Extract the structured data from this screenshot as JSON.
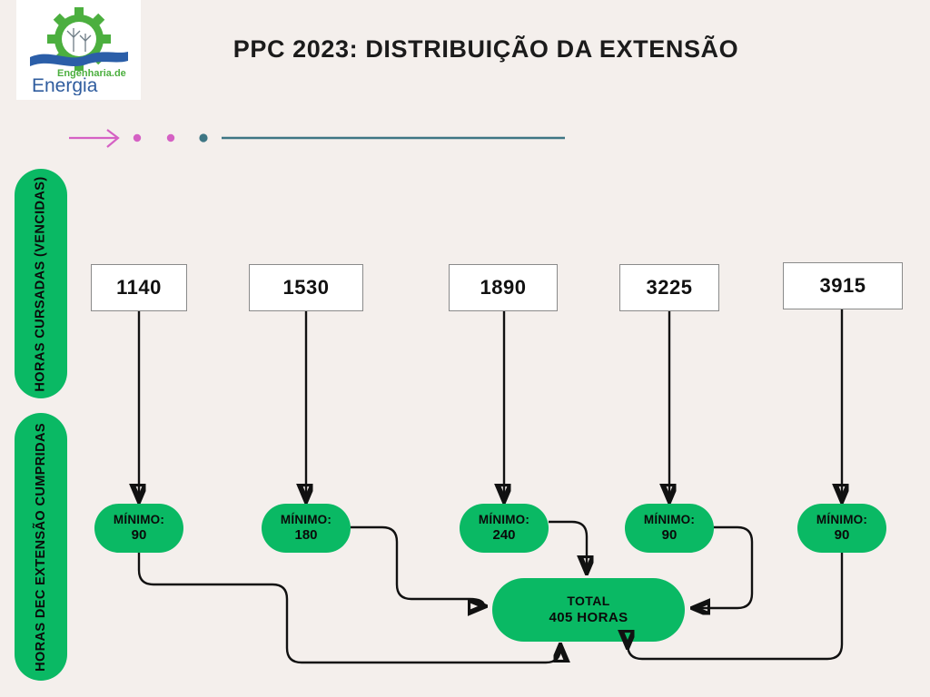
{
  "header": {
    "title": "PPC 2023: DISTRIBUIÇÃO DA EXTENSÃO",
    "logo": {
      "name": "engenharia-de-energia-logo",
      "line1": "Engenharia.de",
      "line2": "Energia",
      "gear_color": "#4caf3f",
      "wave_color": "#2b5ea8",
      "text_color": "#2f5c9e"
    }
  },
  "divider": {
    "arrow_color": "#d561c4",
    "dot_colors": [
      "#d561c4",
      "#d561c4",
      "#3e7684"
    ],
    "line_color": "#3e7684"
  },
  "side_labels": [
    {
      "id": "cursadas",
      "text": "HORAS CURSADAS (VENCIDAS)"
    },
    {
      "id": "extensao",
      "text": "HORAS DEC EXTENSÃO CUMPRIDAS"
    }
  ],
  "columns": [
    {
      "hours": "1140",
      "minimum_label": "MÍNIMO:",
      "minimum_value": "90"
    },
    {
      "hours": "1530",
      "minimum_label": "MÍNIMO:",
      "minimum_value": "180"
    },
    {
      "hours": "1890",
      "minimum_label": "MÍNIMO:",
      "minimum_value": "240"
    },
    {
      "hours": "3225",
      "minimum_label": "MÍNIMO:",
      "minimum_value": "90"
    },
    {
      "hours": "3915",
      "minimum_label": "MÍNIMO:",
      "minimum_value": "90"
    }
  ],
  "total": {
    "label": "TOTAL",
    "value": "405 HORAS"
  },
  "theme": {
    "background": "#f4efec",
    "green": "#0ab964",
    "box_fill": "#ffffff",
    "box_border": "#8a8a8a",
    "connector": "#111111",
    "text": "#0a0a0a"
  }
}
